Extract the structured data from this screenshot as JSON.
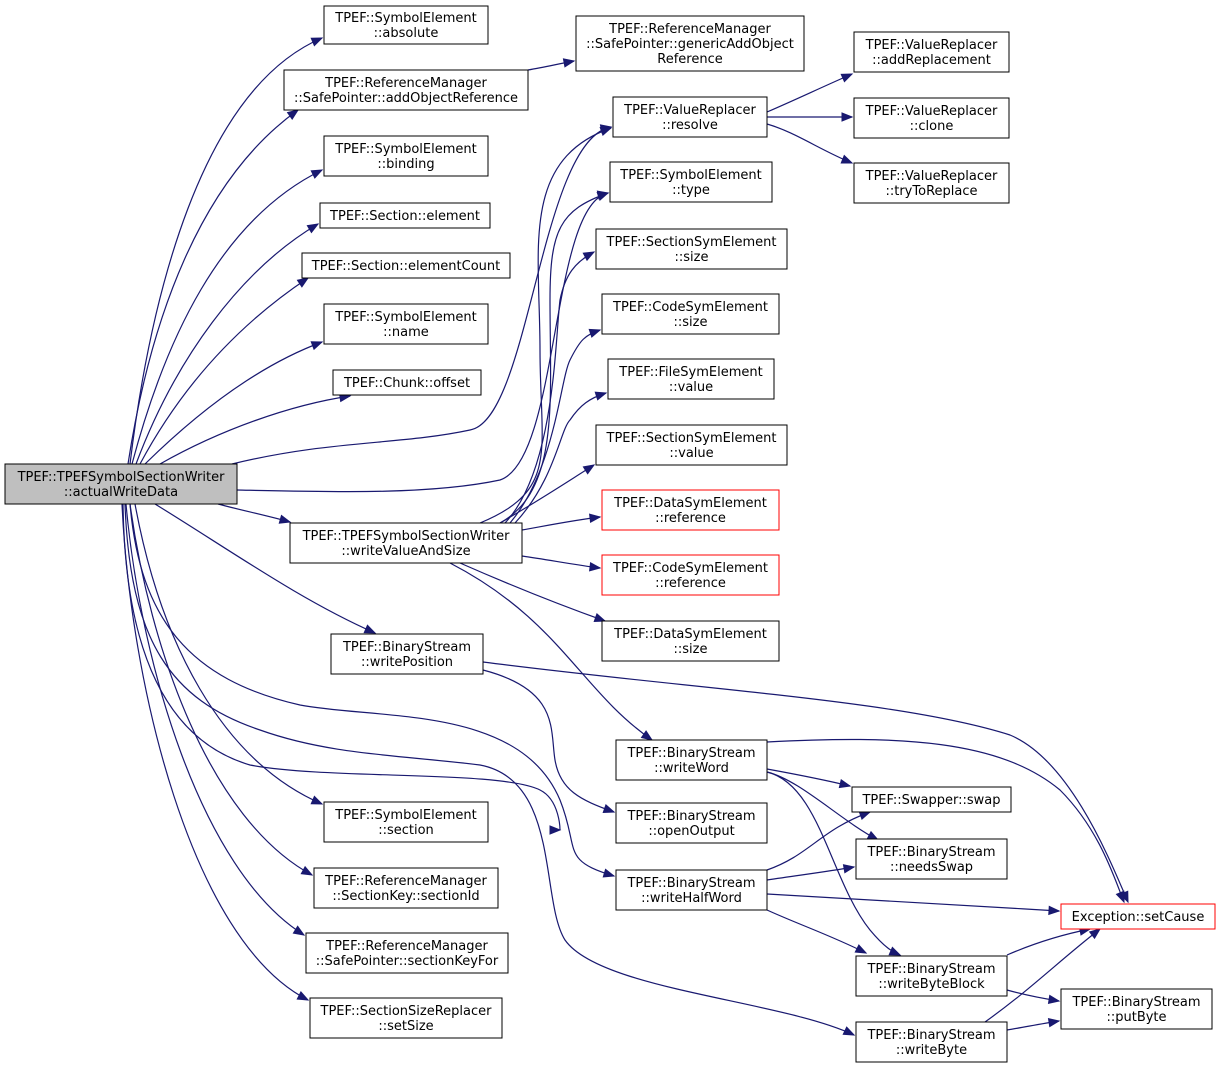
{
  "colors": {
    "edge": "#191970",
    "root_fill": "#bfbfbf",
    "border": "#000000",
    "truncated_border": "#ff0000"
  },
  "nodes": [
    {
      "id": "root",
      "lines": [
        "TPEF::TPEFSymbolSectionWriter",
        "::actualWriteData"
      ],
      "style": "root"
    },
    {
      "id": "se_absolute",
      "lines": [
        "TPEF::SymbolElement",
        "::absolute"
      ]
    },
    {
      "id": "rm_addObjRef",
      "lines": [
        "TPEF::ReferenceManager",
        "::SafePointer::addObjectReference"
      ]
    },
    {
      "id": "se_binding",
      "lines": [
        "TPEF::SymbolElement",
        "::binding"
      ]
    },
    {
      "id": "sec_element",
      "lines": [
        "TPEF::Section::element"
      ]
    },
    {
      "id": "sec_elementCount",
      "lines": [
        "TPEF::Section::elementCount"
      ]
    },
    {
      "id": "se_name",
      "lines": [
        "TPEF::SymbolElement",
        "::name"
      ]
    },
    {
      "id": "chunk_offset",
      "lines": [
        "TPEF::Chunk::offset"
      ]
    },
    {
      "id": "rm_genericAdd",
      "lines": [
        "TPEF::ReferenceManager",
        "::SafePointer::genericAddObject",
        "Reference"
      ]
    },
    {
      "id": "vr_resolve",
      "lines": [
        "TPEF::ValueReplacer",
        "::resolve"
      ]
    },
    {
      "id": "vr_addRepl",
      "lines": [
        "TPEF::ValueReplacer",
        "::addReplacement"
      ]
    },
    {
      "id": "vr_clone",
      "lines": [
        "TPEF::ValueReplacer",
        "::clone"
      ]
    },
    {
      "id": "vr_tryToReplace",
      "lines": [
        "TPEF::ValueReplacer",
        "::tryToReplace"
      ]
    },
    {
      "id": "se_type",
      "lines": [
        "TPEF::SymbolElement",
        "::type"
      ]
    },
    {
      "id": "sse_size",
      "lines": [
        "TPEF::SectionSymElement",
        "::size"
      ]
    },
    {
      "id": "cse_size",
      "lines": [
        "TPEF::CodeSymElement",
        "::size"
      ]
    },
    {
      "id": "fse_value",
      "lines": [
        "TPEF::FileSymElement",
        "::value"
      ]
    },
    {
      "id": "sse_value",
      "lines": [
        "TPEF::SectionSymElement",
        "::value"
      ]
    },
    {
      "id": "dse_reference",
      "lines": [
        "TPEF::DataSymElement",
        "::reference"
      ],
      "style": "truncated"
    },
    {
      "id": "cse_reference",
      "lines": [
        "TPEF::CodeSymElement",
        "::reference"
      ],
      "style": "truncated"
    },
    {
      "id": "dse_size",
      "lines": [
        "TPEF::DataSymElement",
        "::size"
      ]
    },
    {
      "id": "wvs",
      "lines": [
        "TPEF::TPEFSymbolSectionWriter",
        "::writeValueAndSize"
      ]
    },
    {
      "id": "bs_writePosition",
      "lines": [
        "TPEF::BinaryStream",
        "::writePosition"
      ]
    },
    {
      "id": "bs_writeWord",
      "lines": [
        "TPEF::BinaryStream",
        "::writeWord"
      ]
    },
    {
      "id": "bs_openOutput",
      "lines": [
        "TPEF::BinaryStream",
        "::openOutput"
      ]
    },
    {
      "id": "bs_writeHalfWord",
      "lines": [
        "TPEF::BinaryStream",
        "::writeHalfWord"
      ]
    },
    {
      "id": "swapper_swap",
      "lines": [
        "TPEF::Swapper::swap"
      ]
    },
    {
      "id": "bs_needsSwap",
      "lines": [
        "TPEF::BinaryStream",
        "::needsSwap"
      ]
    },
    {
      "id": "exc_setCause",
      "lines": [
        "Exception::setCause"
      ],
      "style": "truncated"
    },
    {
      "id": "bs_writeByteBlock",
      "lines": [
        "TPEF::BinaryStream",
        "::writeByteBlock"
      ]
    },
    {
      "id": "bs_putByte",
      "lines": [
        "TPEF::BinaryStream",
        "::putByte"
      ]
    },
    {
      "id": "bs_writeByte",
      "lines": [
        "TPEF::BinaryStream",
        "::writeByte"
      ]
    },
    {
      "id": "se_section",
      "lines": [
        "TPEF::SymbolElement",
        "::section"
      ]
    },
    {
      "id": "rm_sectionId",
      "lines": [
        "TPEF::ReferenceManager",
        "::SectionKey::sectionId"
      ]
    },
    {
      "id": "rm_sectionKeyFor",
      "lines": [
        "TPEF::ReferenceManager",
        "::SafePointer::sectionKeyFor"
      ]
    },
    {
      "id": "ssr_setSize",
      "lines": [
        "TPEF::SectionSizeReplacer",
        "::setSize"
      ]
    }
  ],
  "edges": [
    [
      "root",
      "se_absolute"
    ],
    [
      "root",
      "rm_addObjRef"
    ],
    [
      "root",
      "se_binding"
    ],
    [
      "root",
      "sec_element"
    ],
    [
      "root",
      "sec_elementCount"
    ],
    [
      "root",
      "se_name"
    ],
    [
      "root",
      "chunk_offset"
    ],
    [
      "root",
      "vr_resolve"
    ],
    [
      "root",
      "se_type"
    ],
    [
      "root",
      "wvs"
    ],
    [
      "root",
      "bs_writePosition"
    ],
    [
      "root",
      "bs_writeWord"
    ],
    [
      "root",
      "bs_writeHalfWord"
    ],
    [
      "root",
      "bs_writeByte"
    ],
    [
      "root",
      "se_section"
    ],
    [
      "root",
      "rm_sectionId"
    ],
    [
      "root",
      "rm_sectionKeyFor"
    ],
    [
      "root",
      "ssr_setSize"
    ],
    [
      "rm_addObjRef",
      "rm_genericAdd"
    ],
    [
      "vr_resolve",
      "vr_addRepl"
    ],
    [
      "vr_resolve",
      "vr_clone"
    ],
    [
      "vr_resolve",
      "vr_tryToReplace"
    ],
    [
      "wvs",
      "vr_resolve"
    ],
    [
      "wvs",
      "se_type"
    ],
    [
      "wvs",
      "sse_size"
    ],
    [
      "wvs",
      "cse_size"
    ],
    [
      "wvs",
      "fse_value"
    ],
    [
      "wvs",
      "sse_value"
    ],
    [
      "wvs",
      "dse_reference"
    ],
    [
      "wvs",
      "cse_reference"
    ],
    [
      "wvs",
      "dse_size"
    ],
    [
      "wvs",
      "bs_writeWord"
    ],
    [
      "bs_writePosition",
      "bs_openOutput"
    ],
    [
      "bs_writePosition",
      "exc_setCause"
    ],
    [
      "bs_writeWord",
      "swapper_swap"
    ],
    [
      "bs_writeWord",
      "bs_needsSwap"
    ],
    [
      "bs_writeWord",
      "bs_writeByteBlock"
    ],
    [
      "bs_writeWord",
      "exc_setCause"
    ],
    [
      "bs_writeHalfWord",
      "swapper_swap"
    ],
    [
      "bs_writeHalfWord",
      "bs_needsSwap"
    ],
    [
      "bs_writeHalfWord",
      "bs_writeByteBlock"
    ],
    [
      "bs_writeHalfWord",
      "exc_setCause"
    ],
    [
      "bs_writeByteBlock",
      "exc_setCause"
    ],
    [
      "bs_writeByteBlock",
      "bs_putByte"
    ],
    [
      "bs_writeByte",
      "exc_setCause"
    ],
    [
      "bs_writeByte",
      "bs_putByte"
    ]
  ]
}
